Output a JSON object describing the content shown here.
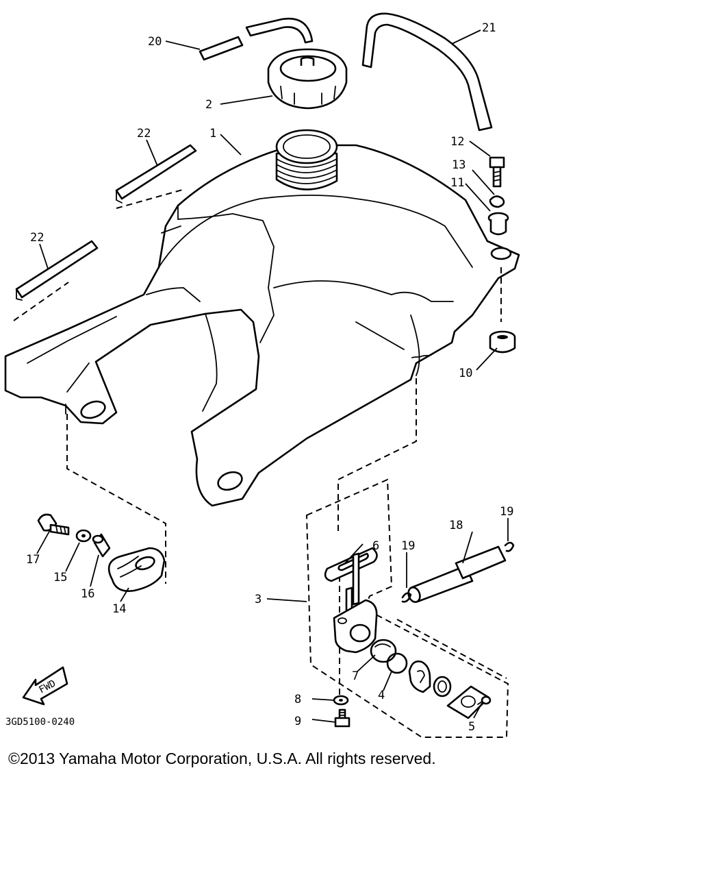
{
  "callouts": {
    "c1": "1",
    "c2": "2",
    "c3": "3",
    "c4": "4",
    "c5": "5",
    "c6": "6",
    "c7": "7",
    "c8": "8",
    "c9": "9",
    "c10": "10",
    "c11": "11",
    "c12": "12",
    "c13": "13",
    "c14": "14",
    "c15": "15",
    "c16": "16",
    "c17": "17",
    "c18": "18",
    "c19a": "19",
    "c19b": "19",
    "c20": "20",
    "c21": "21",
    "c22a": "22",
    "c22b": "22"
  },
  "fwd_label": "FWD",
  "diagram_code": "3GD5100-0240",
  "copyright": "©2013 Yamaha Motor Corporation, U.S.A. All rights reserved."
}
